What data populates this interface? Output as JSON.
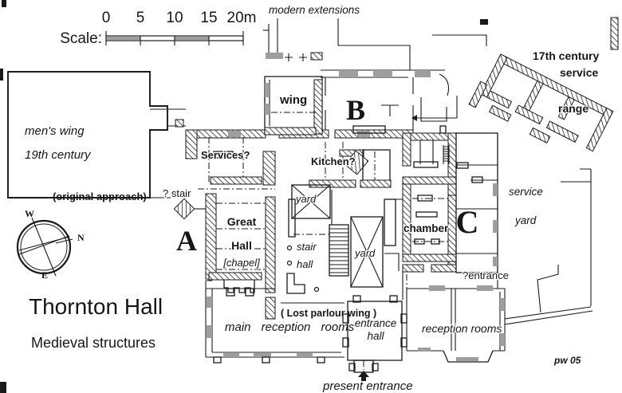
{
  "colors": {
    "ink": "#1a1a1a",
    "paper": "#ffffff",
    "window_gray": "#9e9e9e"
  },
  "title": {
    "main": "Thornton Hall",
    "subtitle": "Medieval structures"
  },
  "scale_bar": {
    "label": "Scale:",
    "ticks": [
      "0",
      "5",
      "10",
      "15",
      "20m"
    ]
  },
  "compass": {
    "west": "W",
    "north": "N",
    "east": "E"
  },
  "wing_letters": {
    "a": "A",
    "b": "B",
    "c": "C"
  },
  "labels": {
    "modern_extensions": "modern extensions",
    "seventeenth_1": "17th century",
    "seventeenth_2": "service",
    "seventeenth_3": "range",
    "mens_wing_1": "men's wing",
    "mens_wing_2": "19th century",
    "original_approach": "(original approach)",
    "services": "Services?",
    "stair_query": "? stair",
    "wing": "wing",
    "kitchen": "Kitchen?",
    "great": "Great",
    "hall": "Hall",
    "chapel": "[chapel]",
    "yard_north": "yard",
    "stair": "stair",
    "stair_hall": "hall",
    "yard_east": "yard",
    "chamber": "chamber",
    "service_yard_1": "service",
    "service_yard_2": "yard",
    "entrance_query": "?entrance",
    "lost_parlour": "( Lost  parlour  wing )",
    "main_reception": "main reception rooms",
    "entrance_hall_1": "entrance",
    "entrance_hall_2": "hall",
    "reception_rooms": "reception rooms",
    "present_entrance": "present entrance",
    "credit": "pw 05"
  }
}
